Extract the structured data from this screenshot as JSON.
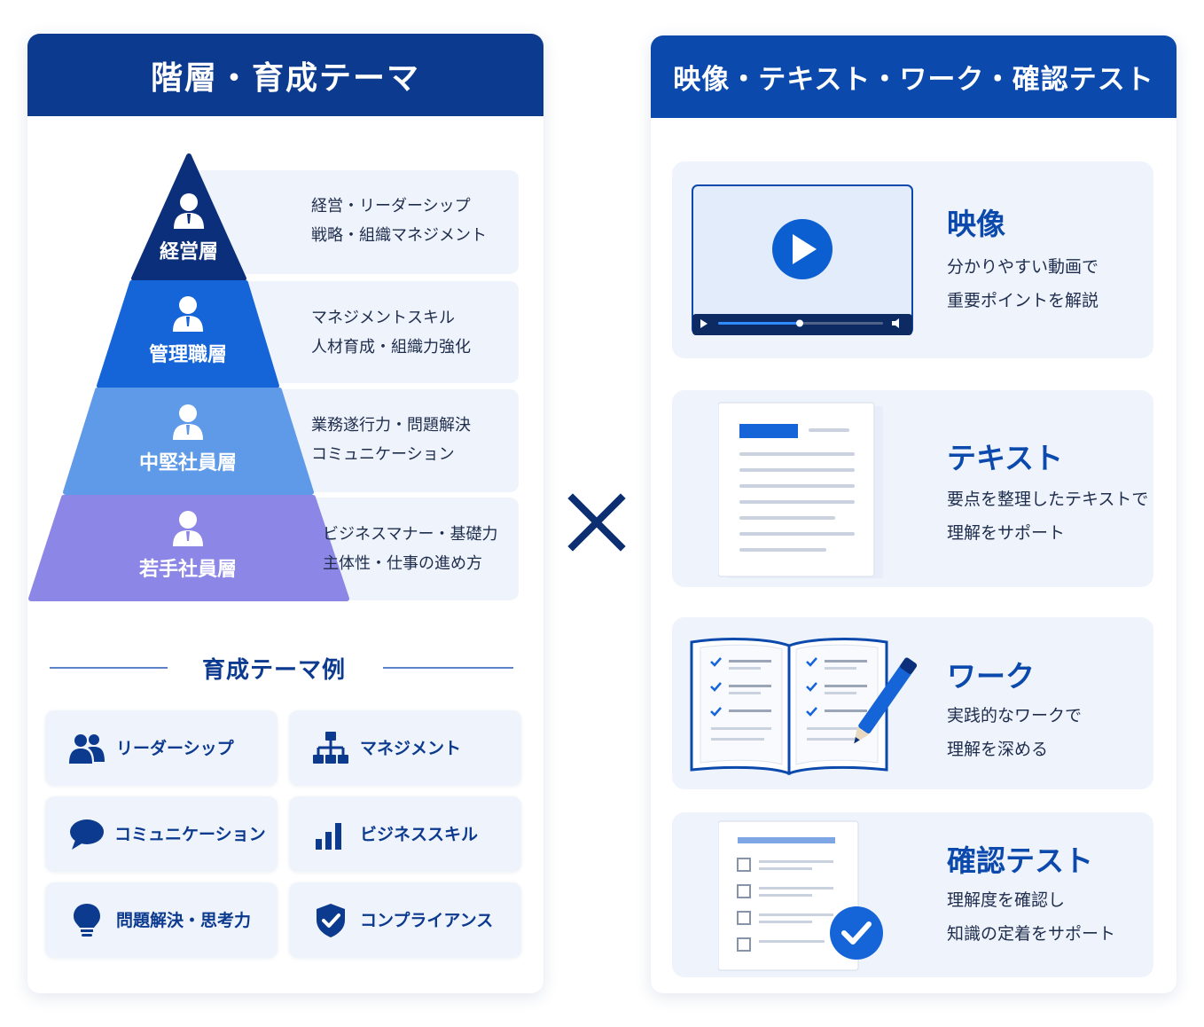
{
  "left": {
    "header": "階層・育成テーマ",
    "tiers": [
      {
        "label": "経営層",
        "color": "#0b2f7a",
        "lines": [
          "経営・リーダーシップ",
          "戦略・組織マネジメント"
        ]
      },
      {
        "label": "管理職層",
        "color": "#1565d8",
        "lines": [
          "マネジメントスキル",
          "人材育成・組織力強化"
        ]
      },
      {
        "label": "中堅社員層",
        "color": "#5f9ae9",
        "lines": [
          "業務遂行力・問題解決",
          "コミュニケーション"
        ]
      },
      {
        "label": "若手社員層",
        "color": "#8c86e6",
        "lines": [
          "ビジネスマナー・基礎力",
          "主体性・仕事の進め方"
        ]
      }
    ],
    "themes_title": "育成テーマ例",
    "themes": [
      {
        "label": "リーダーシップ",
        "icon": "people-icon"
      },
      {
        "label": "マネジメント",
        "icon": "org-chart-icon"
      },
      {
        "label": "コミュニケーション",
        "icon": "speech-bubble-icon"
      },
      {
        "label": "ビジネススキル",
        "icon": "bar-chart-icon"
      },
      {
        "label": "問題解決・思考力",
        "icon": "lightbulb-icon"
      },
      {
        "label": "コンプライアンス",
        "icon": "shield-check-icon"
      }
    ]
  },
  "right": {
    "header": "映像・テキスト・ワーク・確認テスト",
    "cards": [
      {
        "title": "映像",
        "lines": [
          "分かりやすい動画で",
          "重要ポイントを解説"
        ],
        "icon": "video-player-icon"
      },
      {
        "title": "テキスト",
        "lines": [
          "要点を整理したテキストで",
          "理解をサポート"
        ],
        "icon": "document-icon"
      },
      {
        "title": "ワーク",
        "lines": [
          "実践的なワークで",
          "理解を深める"
        ],
        "icon": "workbook-pen-icon"
      },
      {
        "title": "確認テスト",
        "lines": [
          "理解度を確認し",
          "知識の定着をサポート"
        ],
        "icon": "checklist-icon"
      }
    ]
  },
  "colors": {
    "navy": "#0c3a8f",
    "blue": "#0b49ad",
    "accent": "#1565d8",
    "card_bg": "#eef3fc"
  }
}
